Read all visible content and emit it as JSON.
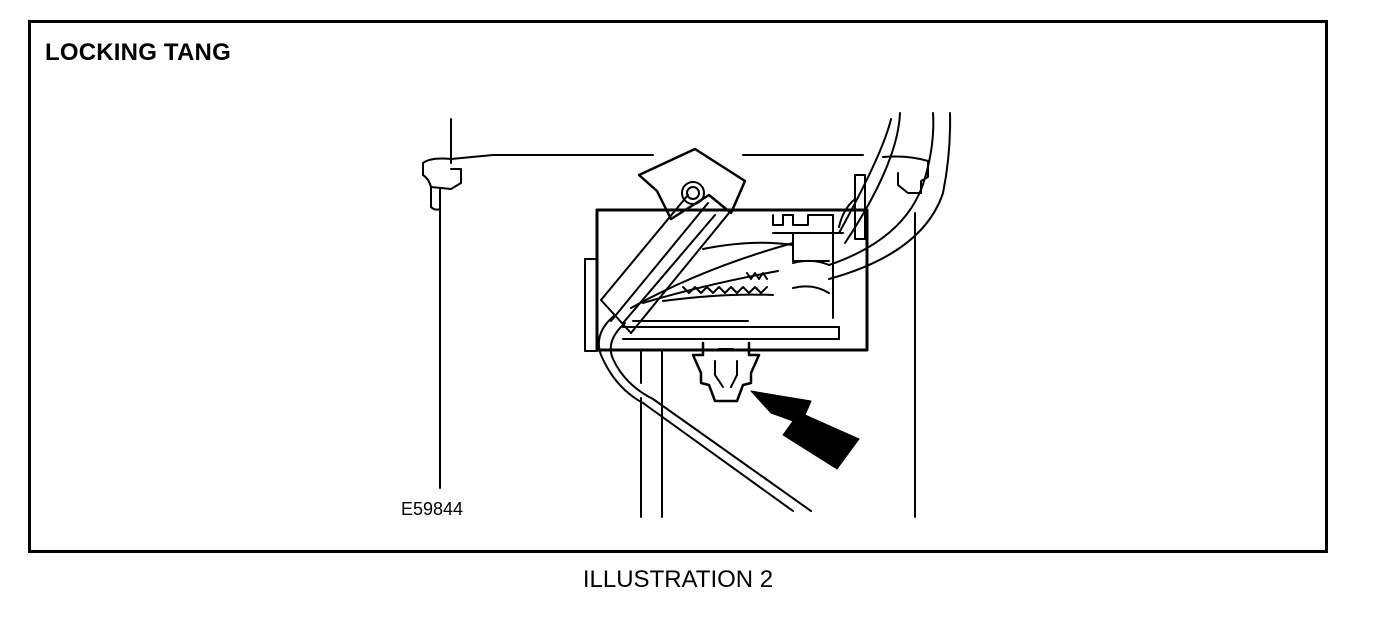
{
  "title": "LOCKING TANG",
  "figure_id": "E59844",
  "caption": "ILLUSTRATION 2",
  "colors": {
    "ink": "#000000",
    "paper": "#ffffff"
  },
  "icons": {
    "arrow": "bold-pointer-arrow"
  }
}
